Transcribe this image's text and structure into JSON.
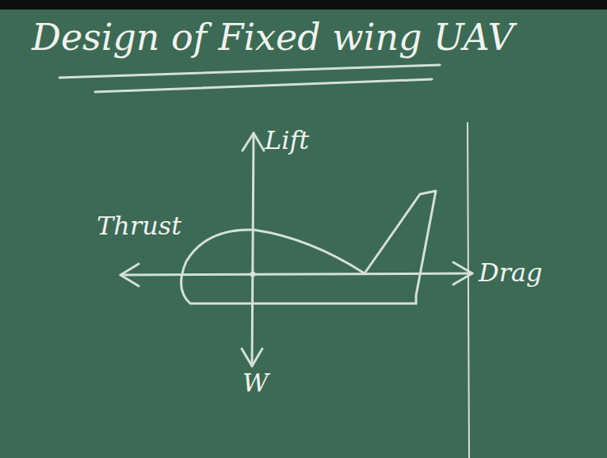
{
  "diagram": {
    "title": "Design of Fixed wing UAV",
    "labels": [
      "Lift",
      "Thrust",
      "Drag",
      "W"
    ]
  }
}
